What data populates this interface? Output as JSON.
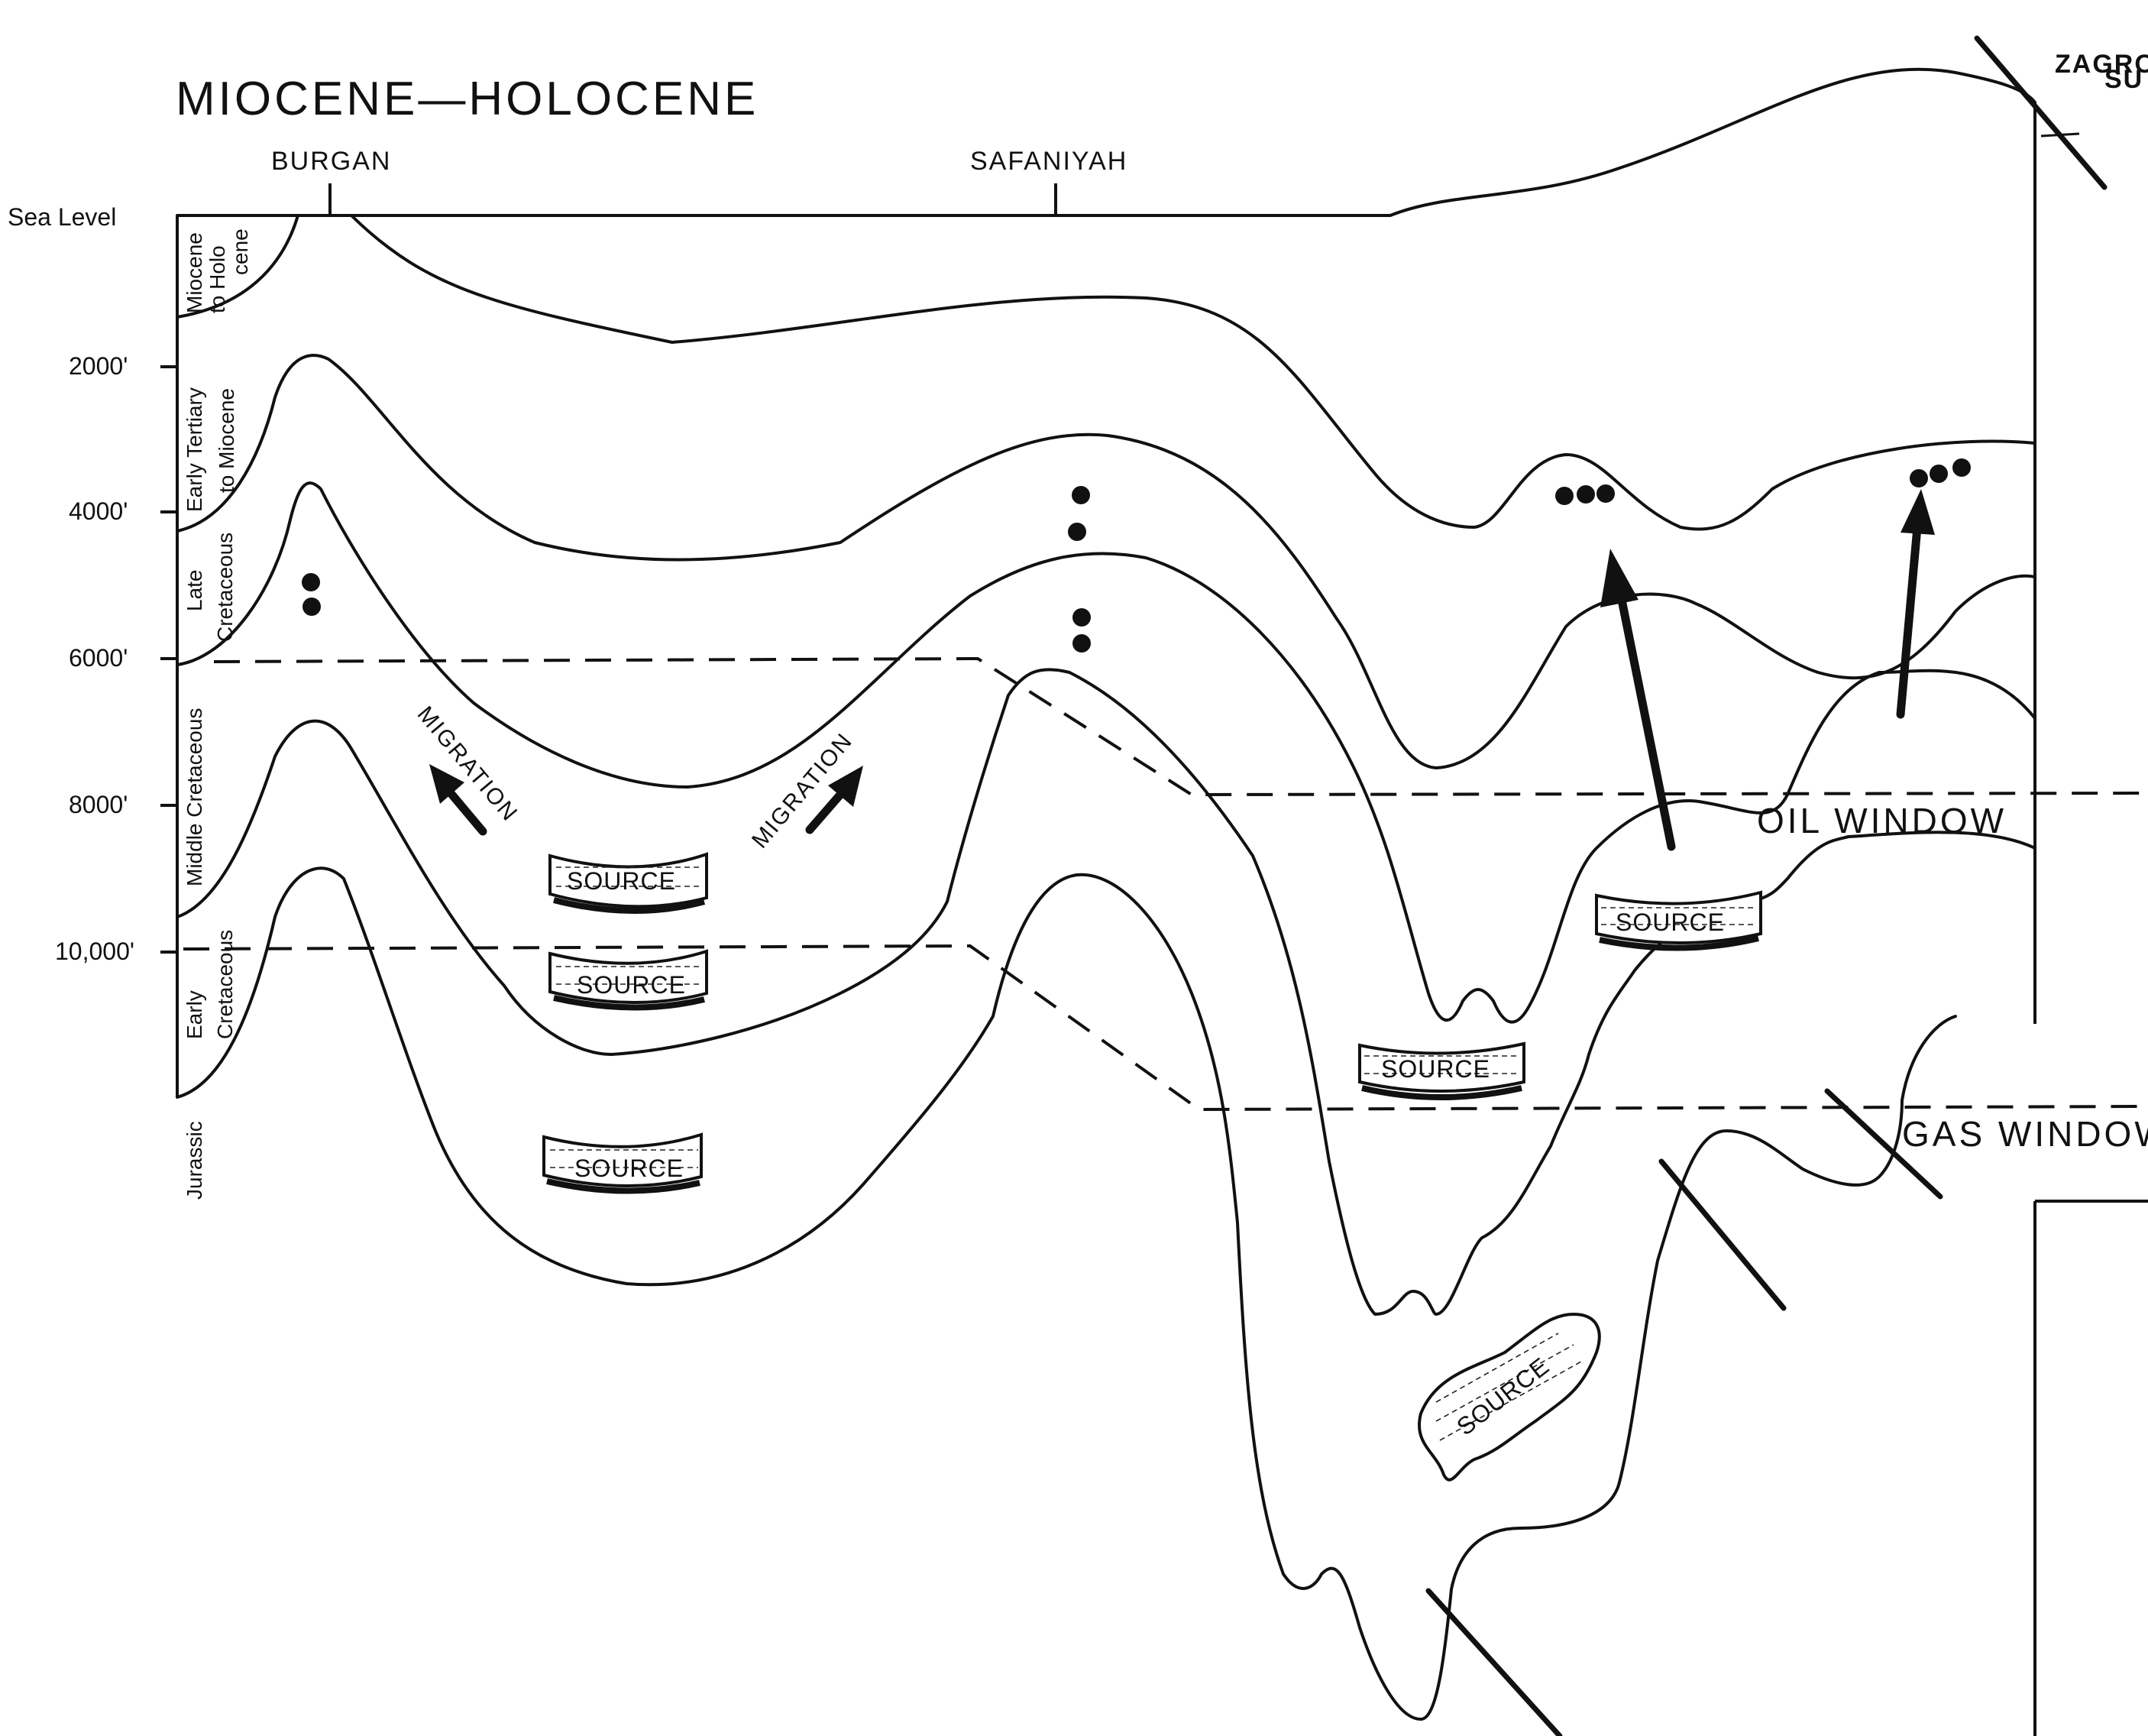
{
  "title": "MIOCENE—HOLOCENE",
  "corner_labels": {
    "line1": "ZAGRO",
    "line2": "SU"
  },
  "locations": [
    {
      "id": "burgan",
      "label": "BURGAN"
    },
    {
      "id": "safaniyah",
      "label": "SAFANIYAH"
    }
  ],
  "depth_axis": {
    "sea_level_label": "Sea Level",
    "ticks": [
      "2000'",
      "4000'",
      "6000'",
      "8000'",
      "10,000'"
    ]
  },
  "stratigraphy": [
    {
      "id": "miocene-holocene",
      "lines": [
        "Miocene",
        "to Holo",
        "cene"
      ]
    },
    {
      "id": "early-tertiary-miocene",
      "lines": [
        "Early Tertiary",
        "to Miocene"
      ]
    },
    {
      "id": "late-cretaceous",
      "lines": [
        "Late",
        "Cretaceous"
      ]
    },
    {
      "id": "middle-cretaceous",
      "lines": [
        "Middle Cretaceous"
      ]
    },
    {
      "id": "early-cretaceous",
      "lines": [
        "Early",
        "Cretaceous"
      ]
    },
    {
      "id": "jurassic",
      "lines": [
        "Jurassic"
      ]
    }
  ],
  "windows": {
    "oil": "OIL WINDOW",
    "gas": "GAS WINDOW"
  },
  "source_label": "SOURCE",
  "migration_label": "MIGRATION",
  "colors": {
    "ink": "#111111",
    "background": "#ffffff"
  }
}
